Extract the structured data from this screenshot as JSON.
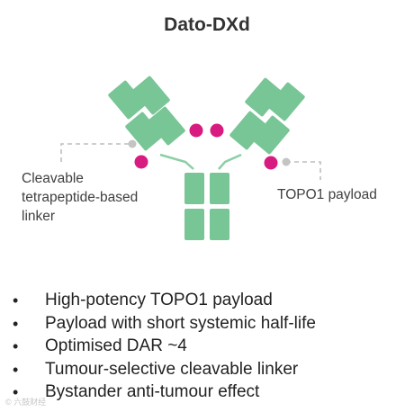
{
  "title": "Dato-DXd",
  "labels": {
    "linker": [
      "Cleavable",
      "tetrapeptide-based",
      "linker"
    ],
    "payload": "TOPO1 payload"
  },
  "bullets": [
    "High-potency TOPO1 payload",
    "Payload with short systemic half-life",
    "Optimised DAR ~4",
    "Tumour-selective cleavable linker",
    "Bystander anti-tumour effect"
  ],
  "bullet_glyph": "•",
  "watermark": "© 六鼓财经",
  "colors": {
    "domain": "#78c596",
    "hinge": "#8bcfa4",
    "payload": "#d81b80",
    "connector": "#c9c9c9",
    "leader": "#bdbdbd"
  }
}
